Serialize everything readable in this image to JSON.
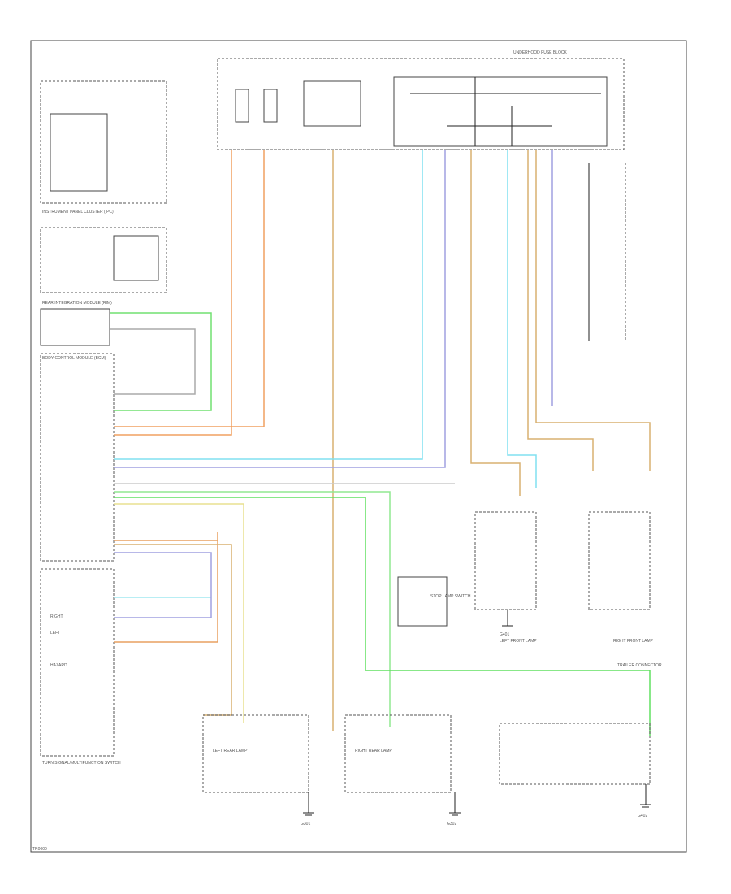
{
  "diagram": {
    "title": "",
    "labels": {
      "instrument_panel_cluster": "INSTRUMENT PANEL CLUSTER (IPC)",
      "rear_integration_module": "REAR INTEGRATION MODULE (RIM)",
      "body_control_module": "BODY CONTROL MODULE (BCM)",
      "fuse_block": "UNDERHOOD FUSE BLOCK",
      "left_front_lamp": "LEFT FRONT LAMP",
      "right_front_lamp": "RIGHT FRONT LAMP",
      "left_rear_lamp": "LEFT REAR LAMP",
      "right_rear_lamp": "RIGHT REAR LAMP",
      "g301": "G301",
      "g302": "G302",
      "g401": "G401",
      "g402": "G402",
      "turn_signal_switch": "TURN SIGNAL/MULTIFUNCTION SWITCH",
      "hazard": "HAZARD",
      "left": "LEFT",
      "right": "RIGHT",
      "stop_lamp_switch": "STOP LAMP SWITCH",
      "trailer_connector": "TRAILER CONNECTOR",
      "footer_code": "TR0000"
    }
  }
}
